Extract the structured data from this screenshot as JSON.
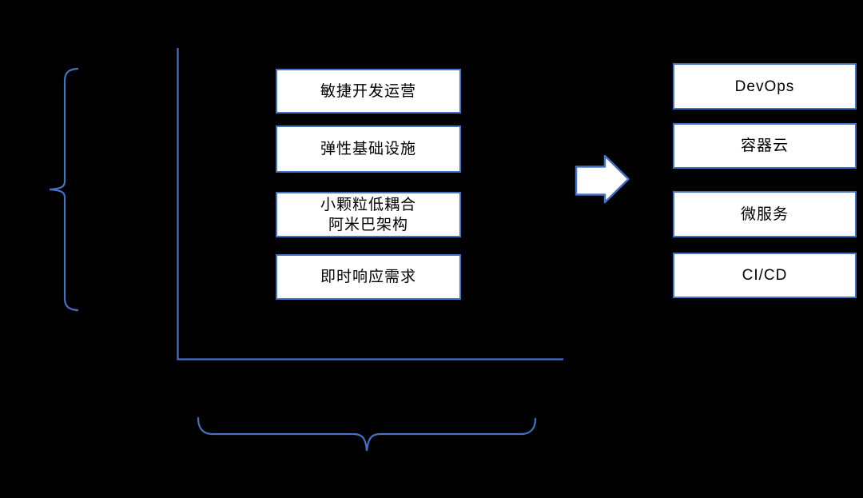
{
  "diagram": {
    "description": "transformation-diagram",
    "colors": {
      "background": "#000000",
      "accent_blue": "#4472C4",
      "box_fill": "#FFFFFF",
      "box_text": "#000000"
    },
    "left_column": {
      "boxes": [
        {
          "label": "敏捷开发运营"
        },
        {
          "label": "弹性基础设施"
        },
        {
          "label": "小颗粒低耦合\n阿米巴架构"
        },
        {
          "label": "即时响应需求"
        }
      ]
    },
    "right_column": {
      "boxes": [
        {
          "label": "DevOps"
        },
        {
          "label": "容器云"
        },
        {
          "label": "微服务"
        },
        {
          "label": "CI/CD"
        }
      ]
    },
    "shapes": {
      "left_brace": "curly-brace-grouping-left-boxes",
      "bottom_brace": "curly-brace-grouping-horizontal-axis",
      "axis": "l-shaped-axis-lines",
      "arrow": "right-block-arrow"
    }
  }
}
